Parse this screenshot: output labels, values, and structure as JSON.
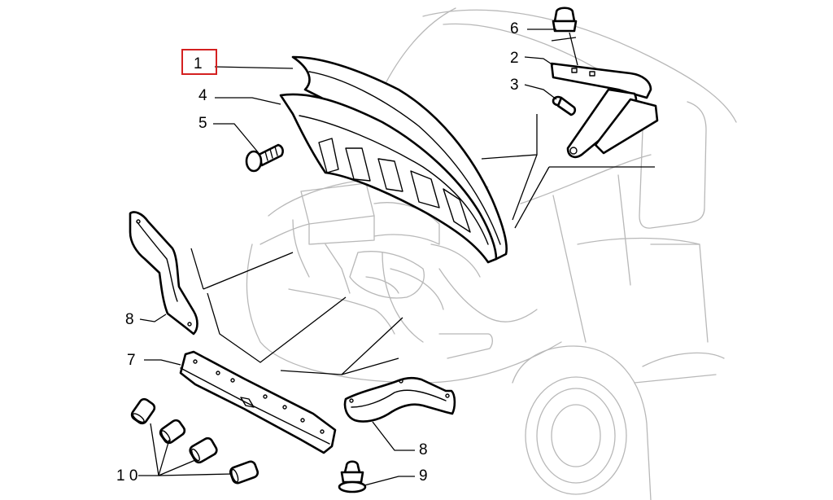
{
  "diagram": {
    "highlight_color": "#d42020",
    "callouts": [
      {
        "id": "1",
        "text": "1",
        "highlighted": true
      },
      {
        "id": "2",
        "text": "2"
      },
      {
        "id": "3",
        "text": "3"
      },
      {
        "id": "4",
        "text": "4"
      },
      {
        "id": "5",
        "text": "5"
      },
      {
        "id": "6",
        "text": "6"
      },
      {
        "id": "7",
        "text": "7"
      },
      {
        "id": "8a",
        "text": "8"
      },
      {
        "id": "8b",
        "text": "8"
      },
      {
        "id": "9",
        "text": "9"
      },
      {
        "id": "10",
        "text": "1 0"
      }
    ]
  }
}
